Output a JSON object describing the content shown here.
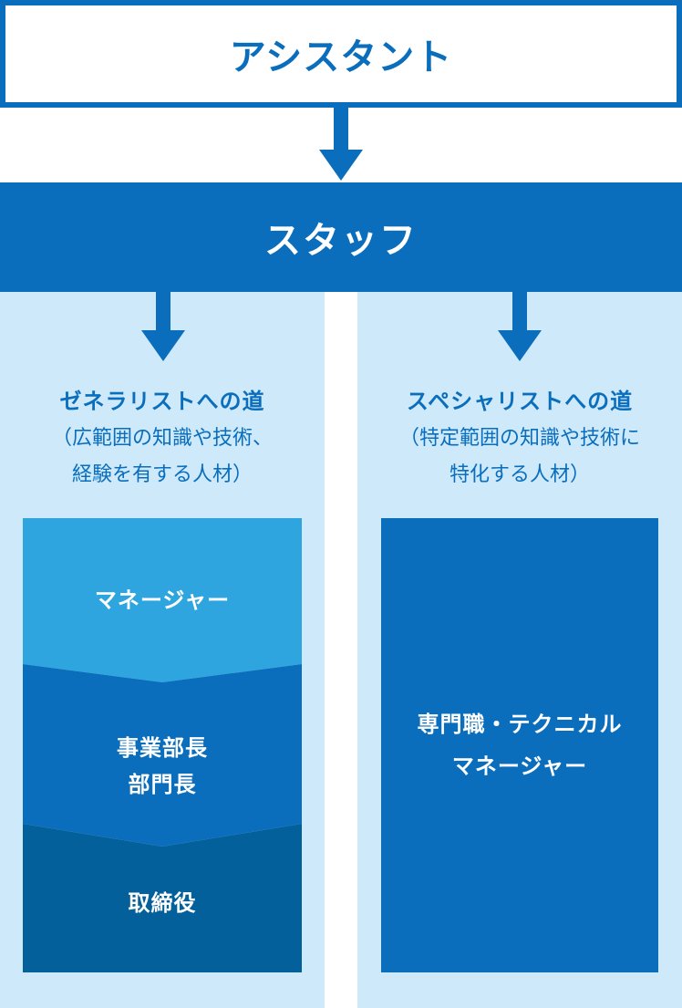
{
  "top": {
    "label": "アシスタント"
  },
  "staff": {
    "label": "スタッフ"
  },
  "generalist": {
    "title": "ゼネラリストへの道",
    "desc_line1": "（広範囲の知識や技術、",
    "desc_line2": "経験を有する人材）",
    "steps": [
      {
        "label": "マネージャー"
      },
      {
        "label_line1": "事業部長",
        "label_line2": "部門長"
      },
      {
        "label": "取締役"
      }
    ]
  },
  "specialist": {
    "title": "スペシャリストへの道",
    "desc_line1": "（特定範囲の知識や技術に",
    "desc_line2": "特化する人材）",
    "box_line1": "専門職・テクニカル",
    "box_line2": "マネージャー"
  },
  "colors": {
    "primary": "#0a6ebd",
    "light_bg": "#cde9fa",
    "step1": "#2ea5df",
    "step2": "#0a6ebd",
    "step3": "#03609a"
  }
}
